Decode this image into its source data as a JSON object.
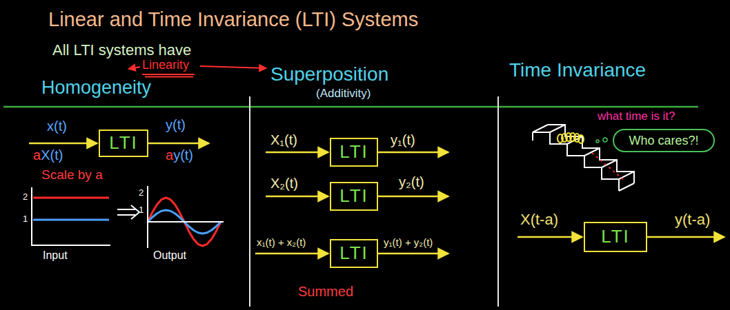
{
  "diagram": {
    "title": "Linear and Time Invariance (LTI) Systems",
    "nodes": [
      {
        "text": [
          "LTI"
        ]
      },
      {
        "text": [
          "LTI"
        ]
      },
      {
        "text": [
          "LTI"
        ]
      },
      {
        "text": [
          "LTI"
        ]
      },
      {
        "text": [
          "Who cares?!"
        ]
      },
      {
        "text": [
          "LTI"
        ]
      }
    ],
    "labels": [
      "All LTI systems have",
      "Homogeneity",
      "Linearity",
      "Superposition",
      "(Additivity)",
      "Time Invariance",
      "x(t)",
      "y(t)",
      "aX(t)",
      "ay(t)",
      "Scale by a",
      "2",
      "1",
      "Input",
      "2",
      "1",
      "Output",
      "X₁(t)",
      "y₁(t)",
      "X₂(t)",
      "y₂(t)",
      "x₁(t) + x₂(t)",
      "y₁(t) + y₂(t)",
      "Summed",
      "what time is it?",
      "X(t-a)",
      "y(t-a)"
    ]
  }
}
